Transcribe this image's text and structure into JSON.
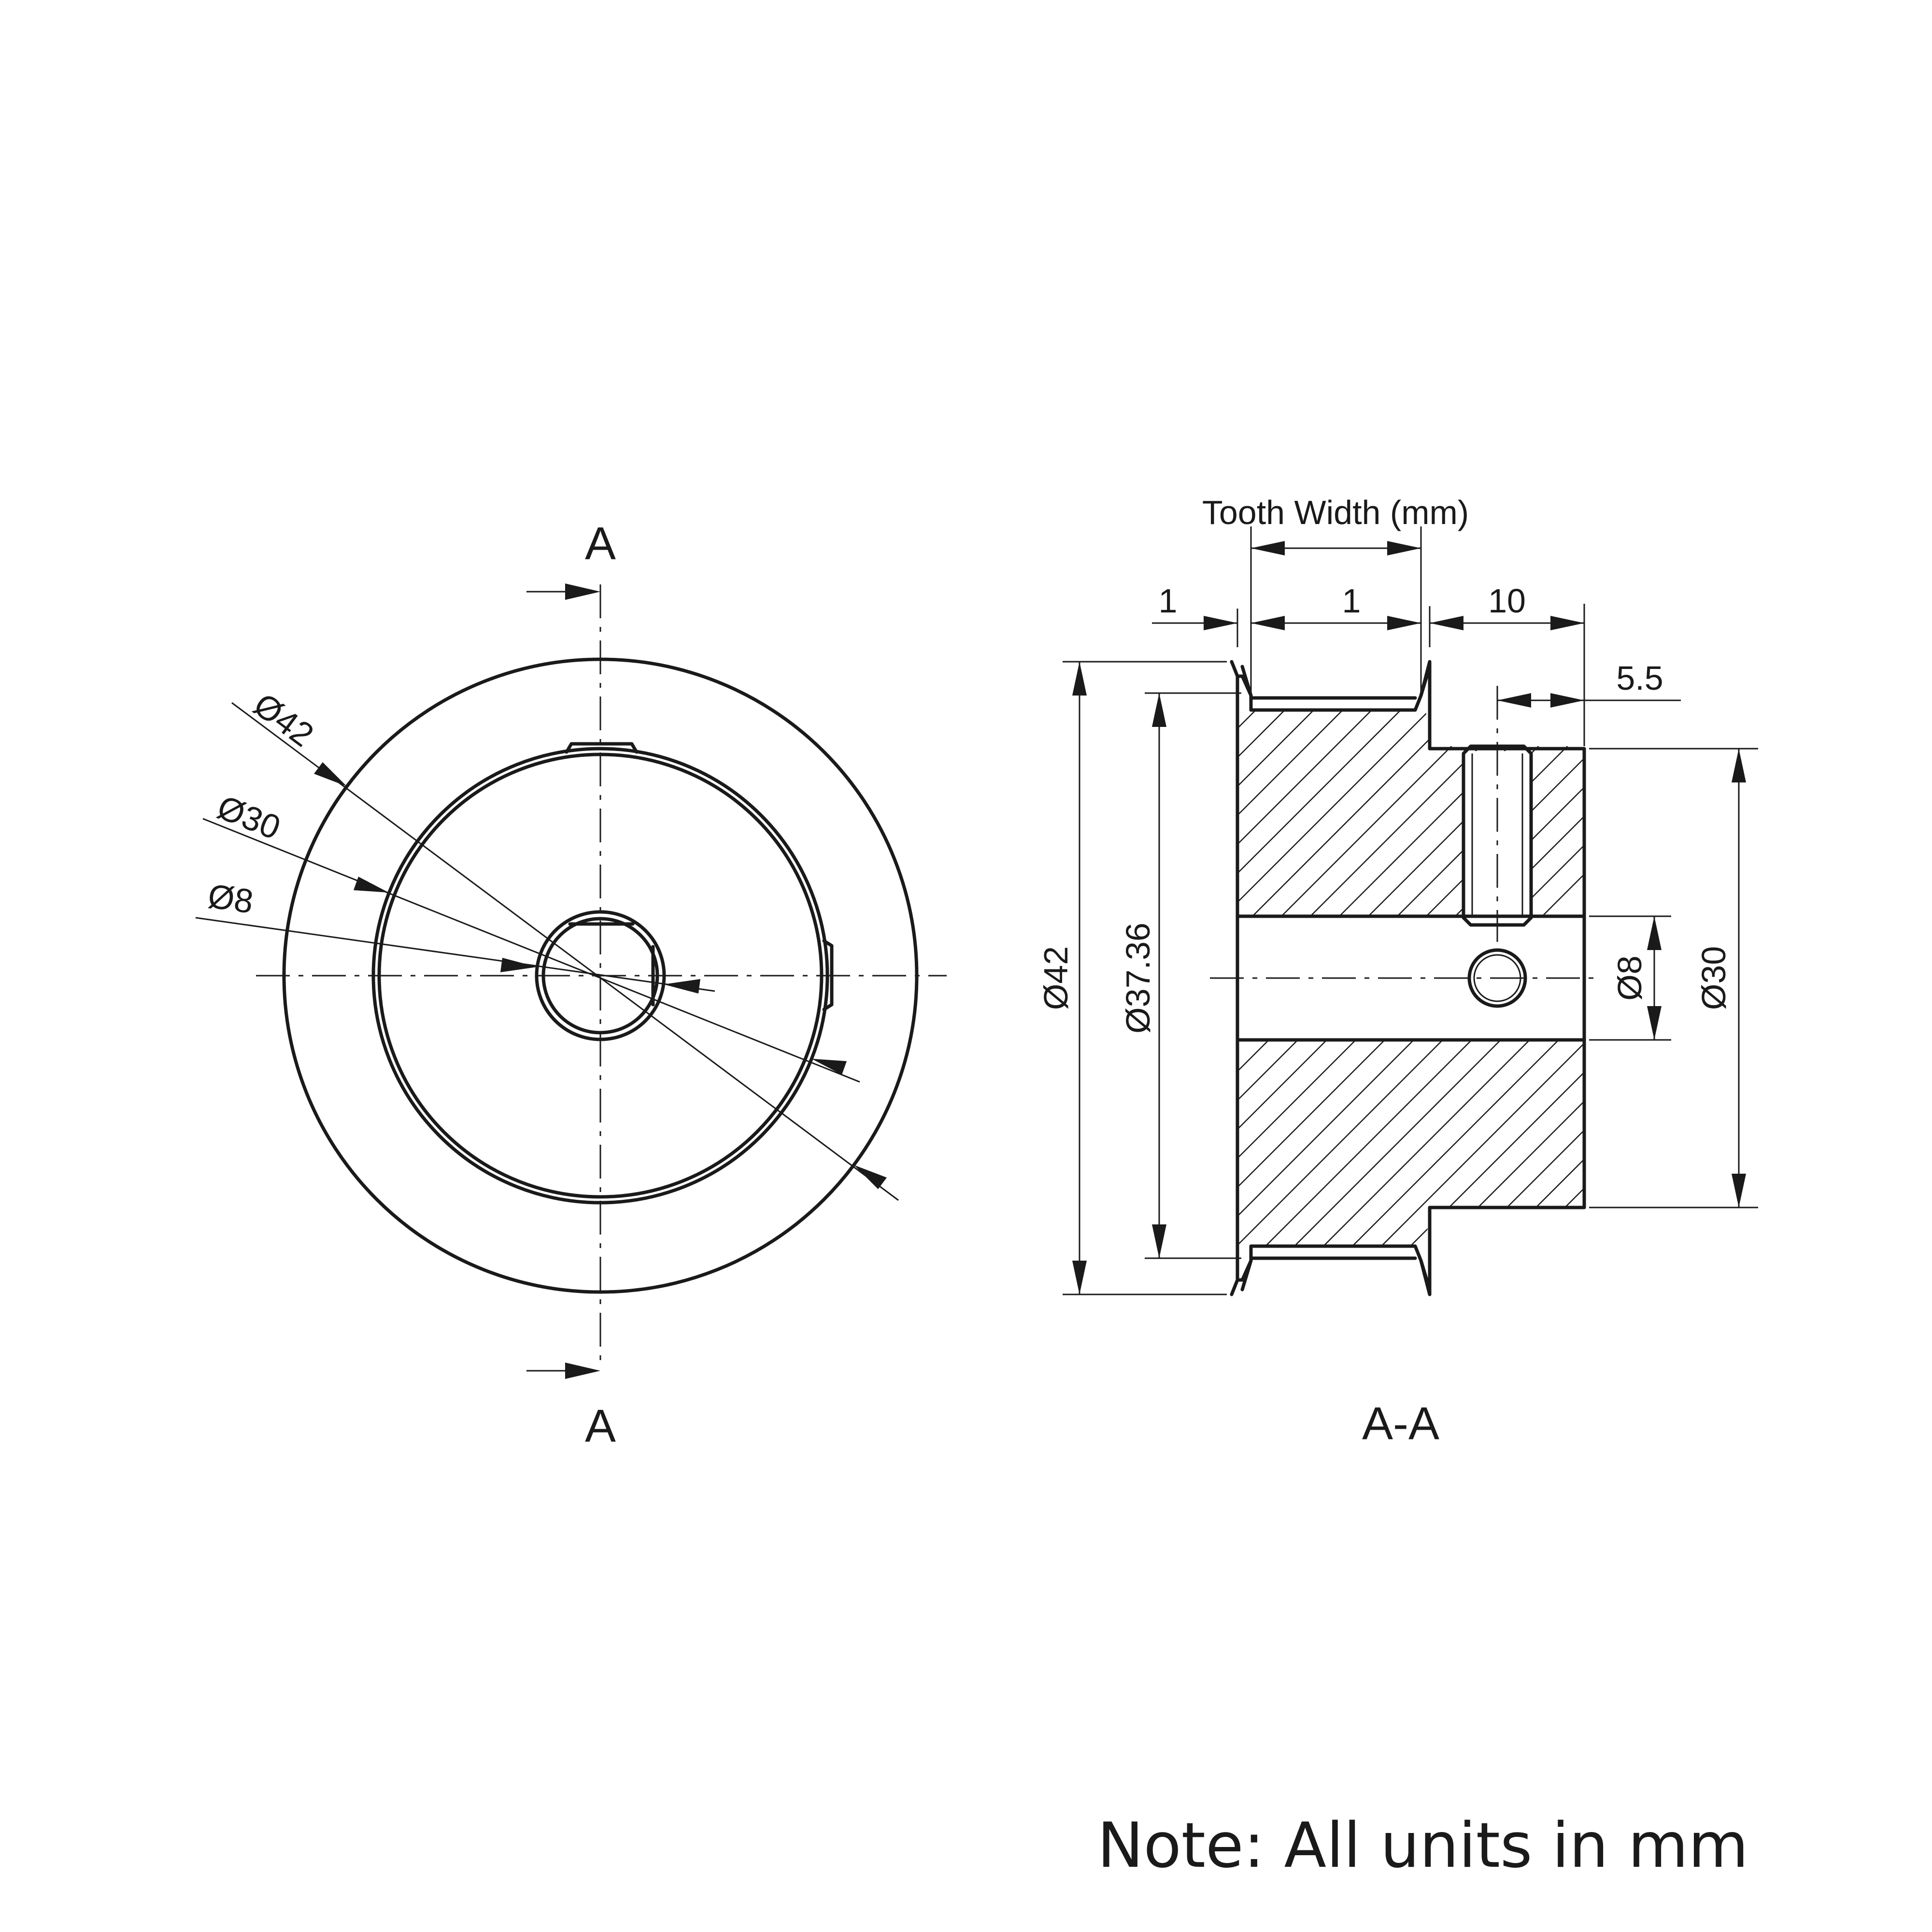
{
  "front_view": {
    "section_letter_top": "A",
    "section_letter_bottom": "A",
    "dim_outer": "Ø42",
    "dim_hub": "Ø30",
    "dim_bore": "Ø8"
  },
  "section_view": {
    "title": "A-A",
    "tooth_width_label": "Tooth Width (mm)",
    "dim_flange": "1",
    "dim_tooth": "1",
    "dim_hub_len": "10",
    "dim_setscrew": "5.5",
    "dim_outer": "Ø42",
    "dim_pitch": "Ø37.36",
    "dim_bore": "Ø8",
    "dim_hub": "Ø30"
  },
  "note": "Note: All units in mm"
}
